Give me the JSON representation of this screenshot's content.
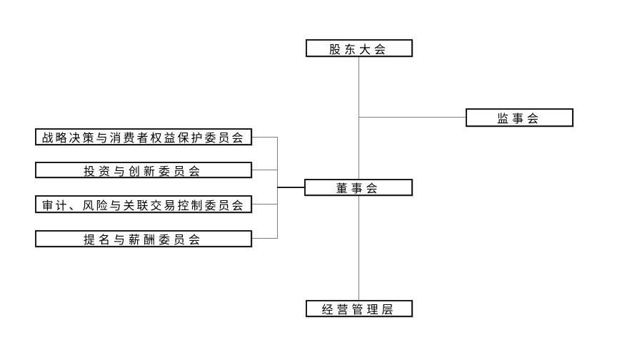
{
  "diagram": {
    "type": "org-chart",
    "background_color": "#ffffff",
    "box_border_color": "#1c1c1c",
    "connector_color": "#808080",
    "text_color": "#000000",
    "nodes": {
      "shareholders": {
        "label": "股东大会"
      },
      "supervisors": {
        "label": "监事会"
      },
      "board": {
        "label": "董事会"
      },
      "management": {
        "label": "经营管理层"
      },
      "committee_strategy_consumer": {
        "label": "战略决策与消费者权益保护委员会"
      },
      "committee_investment_innovation": {
        "label": "投资与创新委员会"
      },
      "committee_audit_risk": {
        "label": "审计、风险与关联交易控制委员会"
      },
      "committee_nomination_remuneration": {
        "label": "提名与薪酬委员会"
      }
    },
    "edges": [
      {
        "from": "shareholders",
        "to": "board"
      },
      {
        "from": "shareholders",
        "to": "supervisors"
      },
      {
        "from": "board",
        "to": "management"
      },
      {
        "from": "board",
        "to": "committee_strategy_consumer"
      },
      {
        "from": "board",
        "to": "committee_investment_innovation"
      },
      {
        "from": "board",
        "to": "committee_audit_risk"
      },
      {
        "from": "board",
        "to": "committee_nomination_remuneration"
      }
    ]
  }
}
